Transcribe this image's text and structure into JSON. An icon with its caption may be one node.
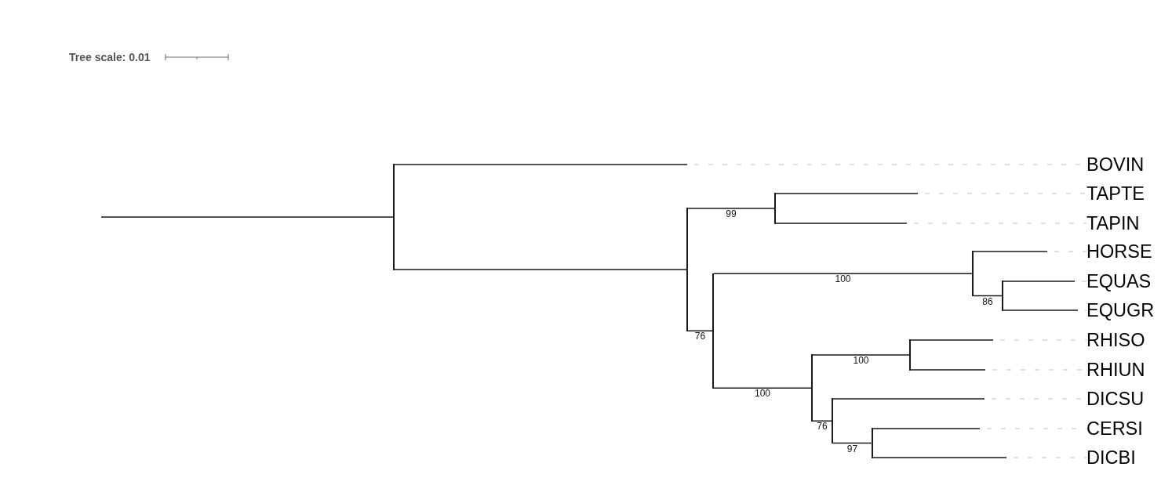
{
  "diagram": {
    "nodes": [
      {
        "text": [
          "BOVIN"
        ]
      },
      {
        "text": [
          "TAPTE"
        ]
      },
      {
        "text": [
          "TAPIN"
        ]
      },
      {
        "text": [
          "HORSE"
        ]
      },
      {
        "text": [
          "EQUAS"
        ]
      },
      {
        "text": [
          "EQUGR"
        ]
      },
      {
        "text": [
          "RHISO"
        ]
      },
      {
        "text": [
          "RHIUN"
        ]
      },
      {
        "text": [
          "DICSU"
        ]
      },
      {
        "text": [
          "CERSI"
        ]
      },
      {
        "text": [
          "DICBI"
        ]
      },
      {
        "text": [],
        "shape": "bar"
      },
      {
        "text": [],
        "shape": "bar"
      },
      {
        "text": [],
        "shape": "bar"
      },
      {
        "text": [],
        "shape": "bar"
      },
      {
        "text": [],
        "shape": "bar"
      },
      {
        "text": [],
        "shape": "bar"
      },
      {
        "text": [],
        "shape": "bar"
      },
      {
        "text": [],
        "shape": "bar"
      },
      {
        "text": [],
        "shape": "bar"
      },
      {
        "text": [],
        "shape": "bar"
      }
    ],
    "edges": [
      {
        "from": null,
        "to": 11,
        "arrow": "none"
      },
      {
        "from": 11,
        "to": 0,
        "arrow": "none"
      },
      {
        "from": 11,
        "to": 12,
        "arrow": "none"
      },
      {
        "from": 12,
        "to": 13,
        "arrow": "none",
        "label": "99"
      },
      {
        "from": 13,
        "to": 1,
        "arrow": "none"
      },
      {
        "from": 13,
        "to": 2,
        "arrow": "none"
      },
      {
        "from": 12,
        "to": 14,
        "arrow": "none",
        "label": "76"
      },
      {
        "from": 14,
        "to": 15,
        "arrow": "none",
        "label": "100"
      },
      {
        "from": 15,
        "to": 3,
        "arrow": "none"
      },
      {
        "from": 15,
        "to": 16,
        "arrow": "none",
        "label": "86"
      },
      {
        "from": 16,
        "to": 4,
        "arrow": "none"
      },
      {
        "from": 16,
        "to": 5,
        "arrow": "none"
      },
      {
        "from": 14,
        "to": 17,
        "arrow": "none",
        "label": "100"
      },
      {
        "from": 17,
        "to": 18,
        "arrow": "none",
        "label": "100"
      },
      {
        "from": 18,
        "to": 6,
        "arrow": "none"
      },
      {
        "from": 18,
        "to": 7,
        "arrow": "none"
      },
      {
        "from": 17,
        "to": 19,
        "arrow": "none",
        "label": "76"
      },
      {
        "from": 19,
        "to": 8,
        "arrow": "none"
      },
      {
        "from": 19,
        "to": 20,
        "arrow": "none",
        "label": "97"
      },
      {
        "from": 20,
        "to": 9,
        "arrow": "none"
      },
      {
        "from": 20,
        "to": 10,
        "arrow": "none"
      }
    ],
    "labels": [
      "Tree scale: 0.01"
    ]
  }
}
